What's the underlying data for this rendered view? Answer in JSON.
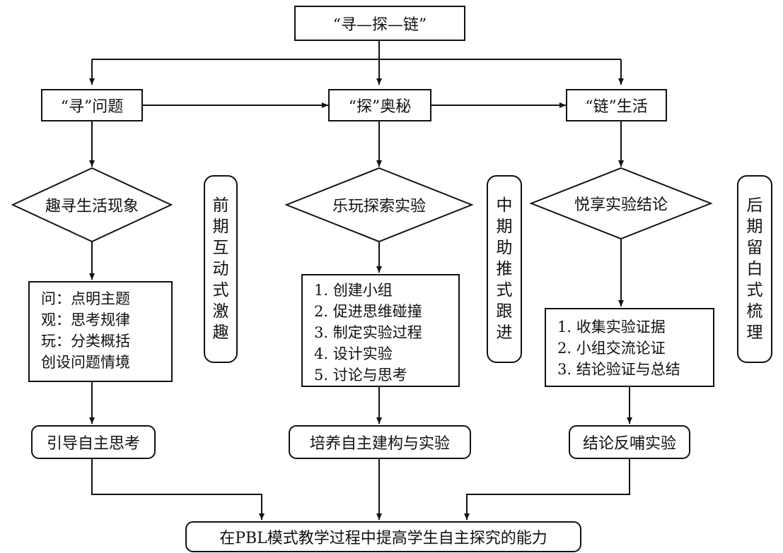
{
  "top": "“寻—探—链”",
  "stages": [
    {
      "label": "“寻”问题",
      "diamond": "趣寻生活现象",
      "list": [
        "问：点明主题",
        "观：思考规律",
        "玩：分类概括",
        "创设问题情境"
      ],
      "result": "引导自主思考"
    },
    {
      "label": "“探”奥秘",
      "diamond": "乐玩探索实验",
      "list": [
        "1. 创建小组",
        "2. 促进思维碰撞",
        "3. 制定实验过程",
        "4. 设计实验",
        "5. 讨论与思考"
      ],
      "result": "培养自主建构与实验"
    },
    {
      "label": "“链”生活",
      "diamond": "悦享实验结论",
      "list": [
        "1. 收集实验证据",
        "2. 小组交流论证",
        "3. 结论验证与总结"
      ],
      "result": "结论反哺实验"
    }
  ],
  "phases": [
    "前期互动式激趣",
    "中期助推式跟进",
    "后期留白式梳理"
  ],
  "bottom": "在PBL模式教学过程中提高学生自主探究的能力"
}
